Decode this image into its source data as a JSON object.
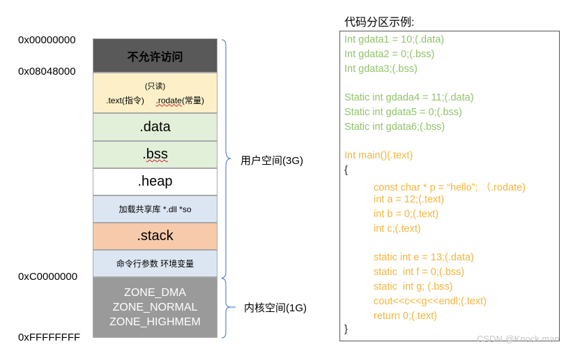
{
  "addresses": [
    "0x00000000",
    "0x08048000",
    "0xC0000000",
    "0xFFFFFFFF"
  ],
  "segments": {
    "forbidden": "不允许访问",
    "text_note": "(只读)",
    "text_label": ".text(指令)",
    "rodata_word": ".rodate",
    "rodata_suffix": "(常量)",
    "data": ".data",
    "bss_dot": ".",
    "bss_word": "bss",
    "heap": ".heap",
    "shared_lib": "加载共享库 *.dll  *so",
    "stack": ".stack",
    "cmdline": "命令行参数 环境变量",
    "kernel_lines": [
      "ZONE_DMA",
      "ZONE_NORMAL",
      "ZONE_HIGHMEM"
    ]
  },
  "braces": {
    "user": "用户空间(3G)",
    "kernel": "内核空间(1G)"
  },
  "code_panel": {
    "title": "代码分区示例:",
    "lines": [
      "Int gdata1 = 10;(.data)",
      "Int gdata2 = 0;(.bss)",
      "Int gdata3;(.bss)",
      "Static int gdada4 = 11;(.data)",
      "Static int gdata5 = 0;(.bss)",
      "Static int gdata6;(.bss)",
      "Int main()(.text)",
      "{",
      "const char * p = “hello”; （.rodate)",
      "int a = 12;(.text)",
      "int b = 0;(.text)",
      "int c;(.text)",
      "static int e = 13;(.data)",
      "static  int f = 0;(.bss)",
      "static  int g; (.bss)",
      "cout<<c<<g<<endl;(.text)",
      "return 0;(.text)",
      "}"
    ]
  },
  "colors": {
    "forbidden_bg": "#595959",
    "text_bg": "#fdf0c8",
    "data_bg": "#e2efd9",
    "heap_bg": "#ffffff",
    "shared_bg": "#dce6f2",
    "stack_bg": "#f7caab",
    "cmd_bg": "#dce6f2",
    "kernel_bg": "#9a9a9a",
    "brace": "#5b8ac9",
    "code_green": "#92c36a",
    "code_orange": "#f5b53c"
  },
  "watermark": "CSDN @Knock man"
}
